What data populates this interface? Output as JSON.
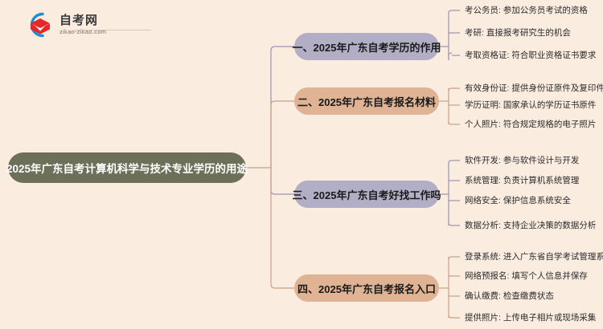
{
  "watermark": {
    "title": "自考网",
    "subtitle": "zikao-zikao.com",
    "logo_icon": "graduation-cap-icon",
    "arc_icon": "blue-arc-icon"
  },
  "theme": {
    "background": "#fbece0",
    "root_fill": "#6d7059",
    "root_text": "#ffffff",
    "branch_purple": "#b2aec6",
    "branch_tan": "#dfb394",
    "wire_purple": "#9a94b0",
    "wire_tan": "#c89f85",
    "leaf_text": "#2b2b2b",
    "logo_blue": "#1b8ed6",
    "logo_red": "#e8262a"
  },
  "mindmap": {
    "root": {
      "label": "2025年广东自考计算机科学与技术专业学历的用途"
    },
    "branches": [
      {
        "label": "一、2025年广东自考学历的作用",
        "color": "purple",
        "leaves": [
          "考公务员: 参加公务员考试的资格",
          "考研: 直接报考研究生的机会",
          "考取资格证: 符合职业资格证书要求"
        ]
      },
      {
        "label": "二、2025年广东自考报名材料",
        "color": "tan",
        "leaves": [
          "有效身份证: 提供身份证原件及复印件",
          "学历证明: 国家承认的学历证书原件",
          "个人照片: 符合规定规格的电子照片"
        ]
      },
      {
        "label": "三、2025年广东自考好找工作吗",
        "color": "purple",
        "leaves": [
          "软件开发: 参与软件设计与开发",
          "系统管理: 负责计算机系统管理",
          "网络安全: 保护信息系统安全",
          "数据分析: 支持企业决策的数据分析"
        ]
      },
      {
        "label": "四、2025年广东自考报名入口",
        "color": "tan",
        "leaves": [
          "登录系统: 进入广东省自学考试管理系统",
          "网络预报名: 填写个人信息并保存",
          "确认缴费: 检查缴费状态",
          "提供照片: 上传电子相片或现场采集"
        ]
      }
    ]
  }
}
